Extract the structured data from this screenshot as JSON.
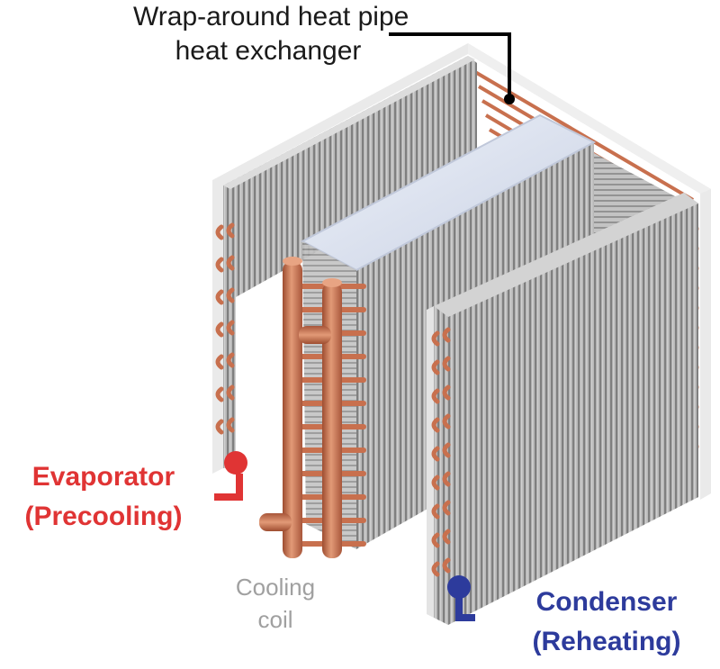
{
  "labels": {
    "heat_exchanger": [
      "Wrap-around heat pipe",
      "heat exchanger"
    ],
    "evaporator": [
      "Evaporator",
      "(Precooling)"
    ],
    "cooling_coil": [
      "Cooling",
      "coil"
    ],
    "condenser": [
      "Condenser",
      "(Reheating)"
    ]
  },
  "colors": {
    "evaporator": "#e03434",
    "condenser": "#2d3b9c",
    "cooling_coil_label": "#a0a0a0",
    "copper": "#c8704e",
    "fins": "#8f8f8f",
    "frame": "#d8d8d8",
    "leader_line": "#000000"
  }
}
